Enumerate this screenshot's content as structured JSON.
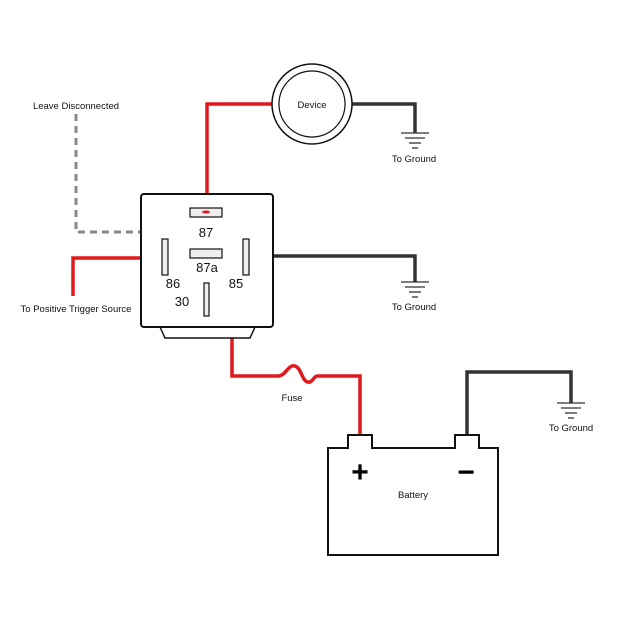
{
  "colors": {
    "positive_wire": "#e0191c",
    "ground_wire": "#333333",
    "disconnected_wire": "#8a8a8a",
    "outline": "#111111"
  },
  "device": {
    "label": "Device"
  },
  "labels": {
    "leave_disconnected": "Leave Disconnected",
    "positive_trigger": "To Positive Trigger Source",
    "ground_device": "To Ground",
    "ground_relay": "To Ground",
    "ground_battery": "To Ground",
    "fuse": "Fuse",
    "battery": "Battery"
  },
  "relay": {
    "pins": {
      "p87": "87",
      "p87a": "87a",
      "p86": "86",
      "p85": "85",
      "p30": "30"
    }
  },
  "battery": {
    "positive": "+",
    "negative": "−"
  }
}
